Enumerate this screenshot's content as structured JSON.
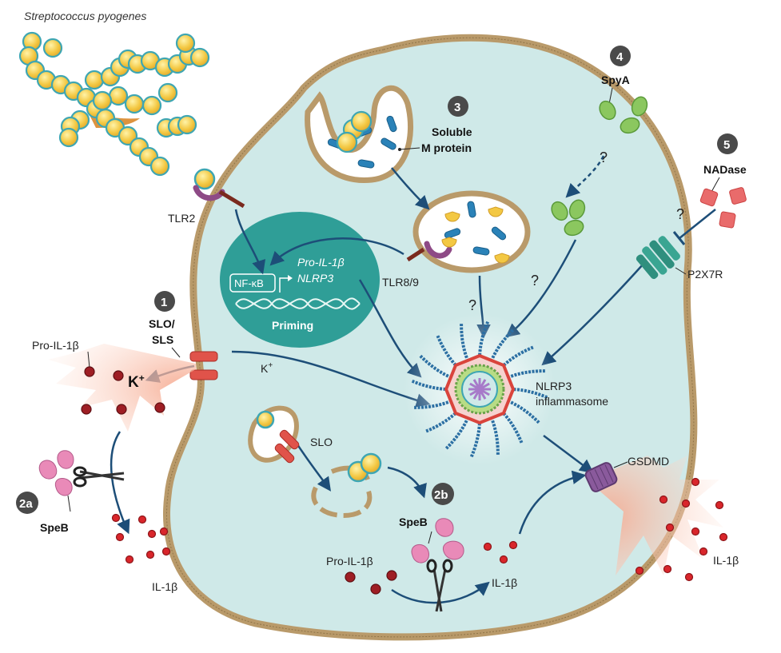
{
  "title": "Streptococcus pyogenes",
  "steps": {
    "s1": "1",
    "s2a": "2a",
    "s2b": "2b",
    "s3": "3",
    "s4": "4",
    "s5": "5"
  },
  "labels": {
    "slo_sls": [
      "SLO/",
      "SLS"
    ],
    "tlr2": "TLR2",
    "tlr89": "TLR8/9",
    "soluble_m": [
      "Soluble",
      "M protein"
    ],
    "spya": "SpyA",
    "nadase": "NADase",
    "p2x7r": "P2X7R",
    "nfkb": "NF-κB",
    "pro_il1b_gene": "Pro-IL-1β",
    "nlrp3_gene": "NLRP3",
    "priming": "Priming",
    "k_plus_big": "K+",
    "k_plus_small": "K+",
    "pro_il1b_left": "Pro-IL-1β",
    "pro_il1b_bottom": "Pro-IL-1β",
    "speb_left": "SpeB",
    "speb_center": "SpeB",
    "il1b_left": "IL-1β",
    "il1b_center": "IL-1β",
    "il1b_right": "IL-1β",
    "slo": "SLO",
    "inflammasome": [
      "NLRP3",
      "inflammasome"
    ],
    "gsdmd": "GSDMD",
    "question": "?"
  },
  "colors": {
    "cell_fill": "#cfe9e8",
    "membrane": "#b99a6a",
    "nucleus": "#2f9e97",
    "bacteria": "#f3c843",
    "bacteria_ring": "#3ea6b3",
    "arrow": "#1d4e78",
    "speb": "#e98ab8",
    "spya": "#8bc75f",
    "nadase": "#e96b6b",
    "p2x7r": "#2f8f7e",
    "slo_pore": "#e0534a",
    "gsdmd": "#8a5a9c",
    "il1b": "#d9262b",
    "pro_il1b": "#9e1e24",
    "badge": "#4a4a4a"
  }
}
